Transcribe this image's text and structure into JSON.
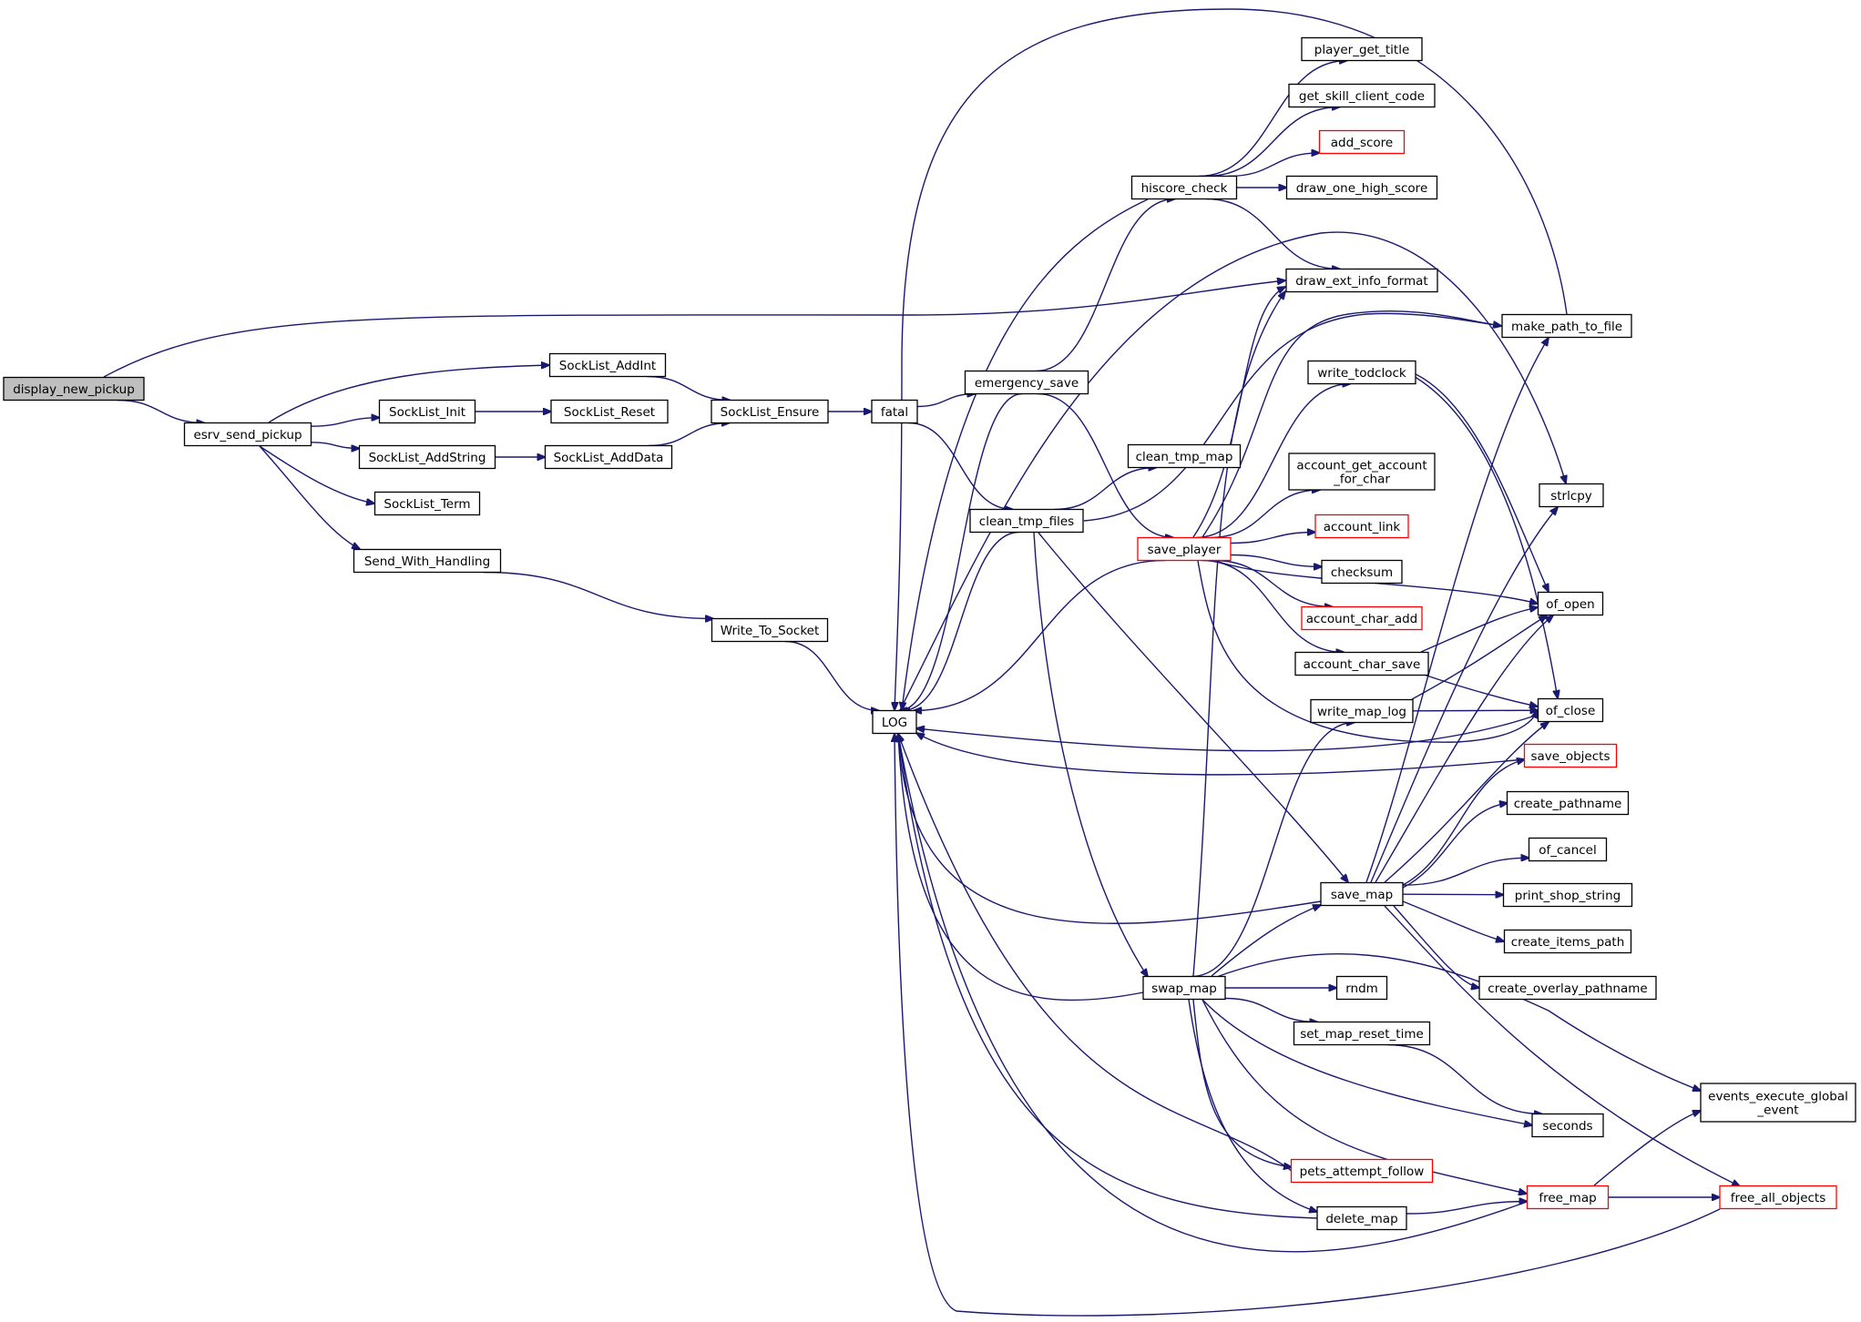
{
  "nodes": [
    {
      "id": "display_new_pickup",
      "label": "display_new_pickup",
      "style": "root"
    },
    {
      "id": "esrv_send_pickup",
      "label": "esrv_send_pickup",
      "style": "normal"
    },
    {
      "id": "SockList_AddInt",
      "label": "SockList_AddInt",
      "style": "normal"
    },
    {
      "id": "SockList_Init",
      "label": "SockList_Init",
      "style": "normal"
    },
    {
      "id": "SockList_Reset",
      "label": "SockList_Reset",
      "style": "normal"
    },
    {
      "id": "SockList_AddString",
      "label": "SockList_AddString",
      "style": "normal"
    },
    {
      "id": "SockList_AddData",
      "label": "SockList_AddData",
      "style": "normal"
    },
    {
      "id": "SockList_Term",
      "label": "SockList_Term",
      "style": "normal"
    },
    {
      "id": "Send_With_Handling",
      "label": "Send_With_Handling",
      "style": "normal"
    },
    {
      "id": "SockList_Ensure",
      "label": "SockList_Ensure",
      "style": "normal"
    },
    {
      "id": "fatal",
      "label": "fatal",
      "style": "normal"
    },
    {
      "id": "Write_To_Socket",
      "label": "Write_To_Socket",
      "style": "normal"
    },
    {
      "id": "LOG",
      "label": "LOG",
      "style": "normal"
    },
    {
      "id": "emergency_save",
      "label": "emergency_save",
      "style": "normal"
    },
    {
      "id": "clean_tmp_files",
      "label": "clean_tmp_files",
      "style": "normal"
    },
    {
      "id": "hiscore_check",
      "label": "hiscore_check",
      "style": "normal"
    },
    {
      "id": "clean_tmp_map",
      "label": "clean_tmp_map",
      "style": "normal"
    },
    {
      "id": "save_player",
      "label": "save_player",
      "style": "red"
    },
    {
      "id": "swap_map",
      "label": "swap_map",
      "style": "normal"
    },
    {
      "id": "player_get_title",
      "label": "player_get_title",
      "style": "normal"
    },
    {
      "id": "get_skill_client_code",
      "label": "get_skill_client_code",
      "style": "normal"
    },
    {
      "id": "add_score",
      "label": "add_score",
      "style": "red"
    },
    {
      "id": "draw_one_high_score",
      "label": "draw_one_high_score",
      "style": "normal"
    },
    {
      "id": "draw_ext_info_format",
      "label": "draw_ext_info_format",
      "style": "normal"
    },
    {
      "id": "write_todclock",
      "label": "write_todclock",
      "style": "normal"
    },
    {
      "id": "account_get_account_for_char",
      "label": "account_get_account\n_for_char",
      "style": "normal"
    },
    {
      "id": "account_link",
      "label": "account_link",
      "style": "red"
    },
    {
      "id": "checksum",
      "label": "checksum",
      "style": "normal"
    },
    {
      "id": "account_char_add",
      "label": "account_char_add",
      "style": "red"
    },
    {
      "id": "account_char_save",
      "label": "account_char_save",
      "style": "normal"
    },
    {
      "id": "write_map_log",
      "label": "write_map_log",
      "style": "normal"
    },
    {
      "id": "save_map",
      "label": "save_map",
      "style": "normal"
    },
    {
      "id": "rndm",
      "label": "rndm",
      "style": "normal"
    },
    {
      "id": "set_map_reset_time",
      "label": "set_map_reset_time",
      "style": "normal"
    },
    {
      "id": "pets_attempt_follow",
      "label": "pets_attempt_follow",
      "style": "red"
    },
    {
      "id": "delete_map",
      "label": "delete_map",
      "style": "normal"
    },
    {
      "id": "make_path_to_file",
      "label": "make_path_to_file",
      "style": "normal"
    },
    {
      "id": "strlcpy",
      "label": "strlcpy",
      "style": "normal"
    },
    {
      "id": "of_open",
      "label": "of_open",
      "style": "normal"
    },
    {
      "id": "of_close",
      "label": "of_close",
      "style": "normal"
    },
    {
      "id": "save_objects",
      "label": "save_objects",
      "style": "red"
    },
    {
      "id": "create_pathname",
      "label": "create_pathname",
      "style": "normal"
    },
    {
      "id": "of_cancel",
      "label": "of_cancel",
      "style": "normal"
    },
    {
      "id": "print_shop_string",
      "label": "print_shop_string",
      "style": "normal"
    },
    {
      "id": "create_items_path",
      "label": "create_items_path",
      "style": "normal"
    },
    {
      "id": "create_overlay_pathname",
      "label": "create_overlay_pathname",
      "style": "normal"
    },
    {
      "id": "seconds",
      "label": "seconds",
      "style": "normal"
    },
    {
      "id": "free_map",
      "label": "free_map",
      "style": "red"
    },
    {
      "id": "events_execute_global_event",
      "label": "events_execute_global\n_event",
      "style": "normal"
    },
    {
      "id": "free_all_objects",
      "label": "free_all_objects",
      "style": "red"
    }
  ],
  "edges": [
    [
      "display_new_pickup",
      "esrv_send_pickup"
    ],
    [
      "display_new_pickup",
      "draw_ext_info_format"
    ],
    [
      "esrv_send_pickup",
      "SockList_AddInt"
    ],
    [
      "esrv_send_pickup",
      "SockList_Init"
    ],
    [
      "esrv_send_pickup",
      "SockList_AddString"
    ],
    [
      "esrv_send_pickup",
      "SockList_Term"
    ],
    [
      "esrv_send_pickup",
      "Send_With_Handling"
    ],
    [
      "SockList_AddInt",
      "SockList_Ensure"
    ],
    [
      "SockList_Init",
      "SockList_Reset"
    ],
    [
      "SockList_AddString",
      "SockList_AddData"
    ],
    [
      "SockList_AddData",
      "SockList_Ensure"
    ],
    [
      "SockList_Ensure",
      "fatal"
    ],
    [
      "Send_With_Handling",
      "Write_To_Socket"
    ],
    [
      "Write_To_Socket",
      "LOG"
    ],
    [
      "fatal",
      "emergency_save"
    ],
    [
      "fatal",
      "clean_tmp_files"
    ],
    [
      "emergency_save",
      "LOG"
    ],
    [
      "emergency_save",
      "hiscore_check"
    ],
    [
      "emergency_save",
      "save_player"
    ],
    [
      "clean_tmp_files",
      "LOG"
    ],
    [
      "clean_tmp_files",
      "clean_tmp_map"
    ],
    [
      "clean_tmp_files",
      "make_path_to_file"
    ],
    [
      "clean_tmp_files",
      "save_map"
    ],
    [
      "clean_tmp_files",
      "swap_map"
    ],
    [
      "hiscore_check",
      "player_get_title"
    ],
    [
      "hiscore_check",
      "get_skill_client_code"
    ],
    [
      "hiscore_check",
      "add_score"
    ],
    [
      "hiscore_check",
      "draw_one_high_score"
    ],
    [
      "hiscore_check",
      "draw_ext_info_format"
    ],
    [
      "hiscore_check",
      "LOG"
    ],
    [
      "save_player",
      "LOG"
    ],
    [
      "save_player",
      "draw_ext_info_format"
    ],
    [
      "save_player",
      "make_path_to_file"
    ],
    [
      "save_player",
      "write_todclock"
    ],
    [
      "save_player",
      "account_get_account_for_char"
    ],
    [
      "save_player",
      "account_link"
    ],
    [
      "save_player",
      "checksum"
    ],
    [
      "save_player",
      "account_char_add"
    ],
    [
      "save_player",
      "account_char_save"
    ],
    [
      "save_player",
      "of_open"
    ],
    [
      "save_player",
      "of_close"
    ],
    [
      "write_todclock",
      "of_open"
    ],
    [
      "write_todclock",
      "of_close"
    ],
    [
      "account_char_save",
      "of_open"
    ],
    [
      "account_char_save",
      "of_close"
    ],
    [
      "write_map_log",
      "of_open"
    ],
    [
      "write_map_log",
      "of_close"
    ],
    [
      "of_close",
      "LOG"
    ],
    [
      "save_objects",
      "LOG"
    ],
    [
      "save_map",
      "LOG"
    ],
    [
      "save_map",
      "strlcpy"
    ],
    [
      "save_map",
      "make_path_to_file"
    ],
    [
      "save_map",
      "of_open"
    ],
    [
      "save_map",
      "of_close"
    ],
    [
      "save_map",
      "save_objects"
    ],
    [
      "save_map",
      "create_pathname"
    ],
    [
      "save_map",
      "of_cancel"
    ],
    [
      "save_map",
      "print_shop_string"
    ],
    [
      "save_map",
      "create_items_path"
    ],
    [
      "save_map",
      "create_overlay_pathname"
    ],
    [
      "save_map",
      "free_all_objects"
    ],
    [
      "swap_map",
      "LOG"
    ],
    [
      "swap_map",
      "draw_ext_info_format"
    ],
    [
      "swap_map",
      "write_map_log"
    ],
    [
      "swap_map",
      "save_map"
    ],
    [
      "swap_map",
      "rndm"
    ],
    [
      "swap_map",
      "set_map_reset_time"
    ],
    [
      "swap_map",
      "seconds"
    ],
    [
      "swap_map",
      "pets_attempt_follow"
    ],
    [
      "swap_map",
      "delete_map"
    ],
    [
      "swap_map",
      "free_map"
    ],
    [
      "swap_map",
      "events_execute_global_event"
    ],
    [
      "set_map_reset_time",
      "seconds"
    ],
    [
      "pets_attempt_follow",
      "LOG"
    ],
    [
      "delete_map",
      "LOG"
    ],
    [
      "delete_map",
      "free_map"
    ],
    [
      "free_map",
      "LOG"
    ],
    [
      "free_map",
      "events_execute_global_event"
    ],
    [
      "free_map",
      "free_all_objects"
    ],
    [
      "free_all_objects",
      "LOG"
    ],
    [
      "make_path_to_file",
      "LOG"
    ],
    [
      "LOG",
      "strlcpy"
    ]
  ]
}
